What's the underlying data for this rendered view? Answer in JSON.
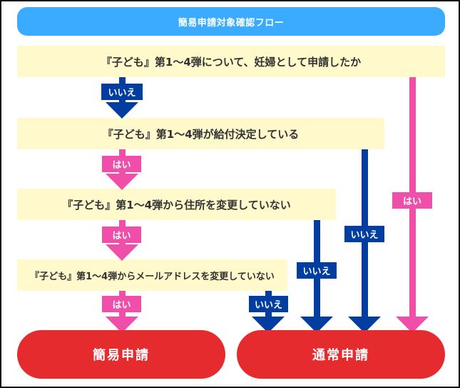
{
  "title": "簡易申請対象確認フロー",
  "questions": [
    "『子ども』第1〜4弾について、妊婦として申請したか",
    "『子ども』第1〜4弾が給付決定している",
    "『子ども』第1〜4弾から住所を変更していない",
    "『子ども』第1〜4弾からメールアドレスを変更していない"
  ],
  "answers": {
    "yes": "はい",
    "no": "いいえ"
  },
  "results": {
    "simple": "簡易申請",
    "normal": "通常申請"
  },
  "colors": {
    "header": "#3aabff",
    "question_bg": "#fff9cc",
    "no_arrow": "#023ea0",
    "yes_arrow": "#f04fa9",
    "result": "#e62b2f"
  }
}
